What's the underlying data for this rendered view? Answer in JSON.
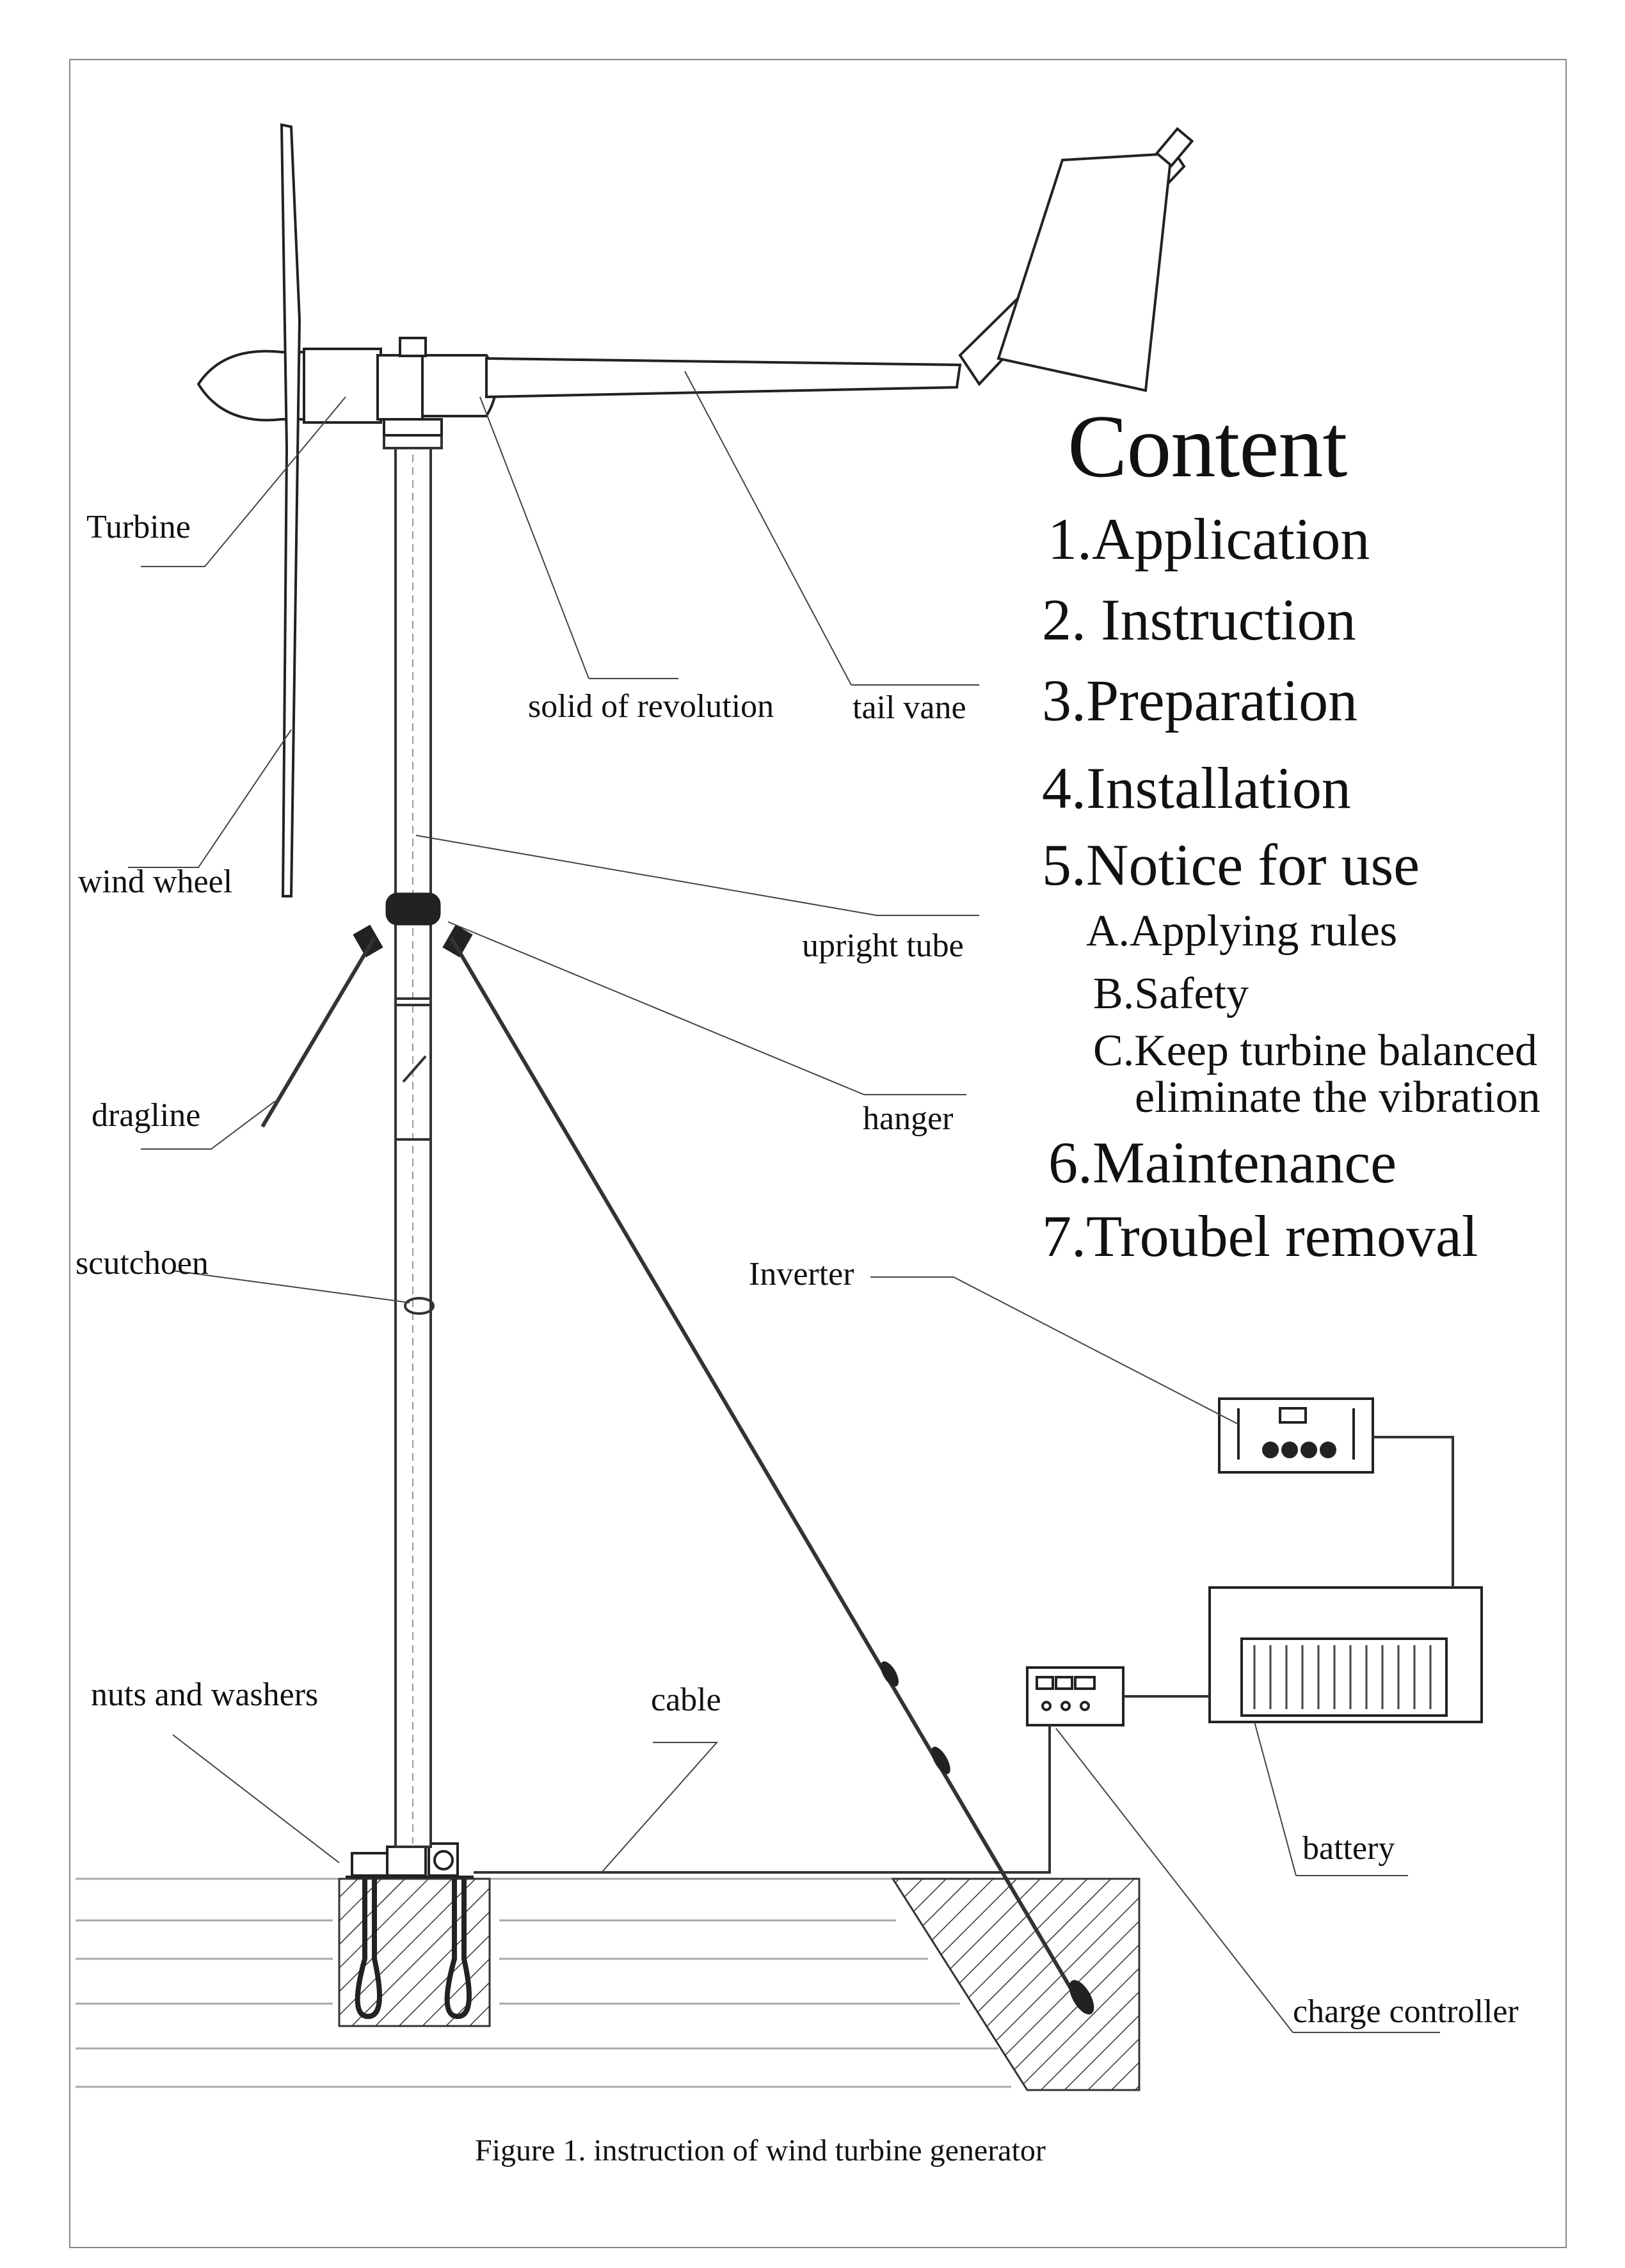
{
  "content": {
    "title": "Content",
    "items": [
      "1.Application",
      "2. Instruction",
      "3.Preparation",
      "4.Installation",
      "5.Notice for use",
      "A.Applying rules",
      "B.Safety",
      "C.Keep turbine balanced",
      "eliminate the vibration",
      "6.Maintenance",
      "7.Troubel removal"
    ]
  },
  "labels": {
    "turbine": "Turbine",
    "wind_wheel": "wind  wheel",
    "solid_of_revolution": "solid of revolution",
    "tail_vane": "tail vane",
    "upright_tube": "upright tube",
    "dragline": "dragline",
    "hanger": "hanger",
    "scutchoen": "scutchoen",
    "inverter": "Inverter",
    "nuts_and_washers": "nuts and washers",
    "cable": "cable",
    "battery": "battery",
    "charge_controller": "charge controller"
  },
  "caption": "Figure 1. instruction of wind turbine generator"
}
